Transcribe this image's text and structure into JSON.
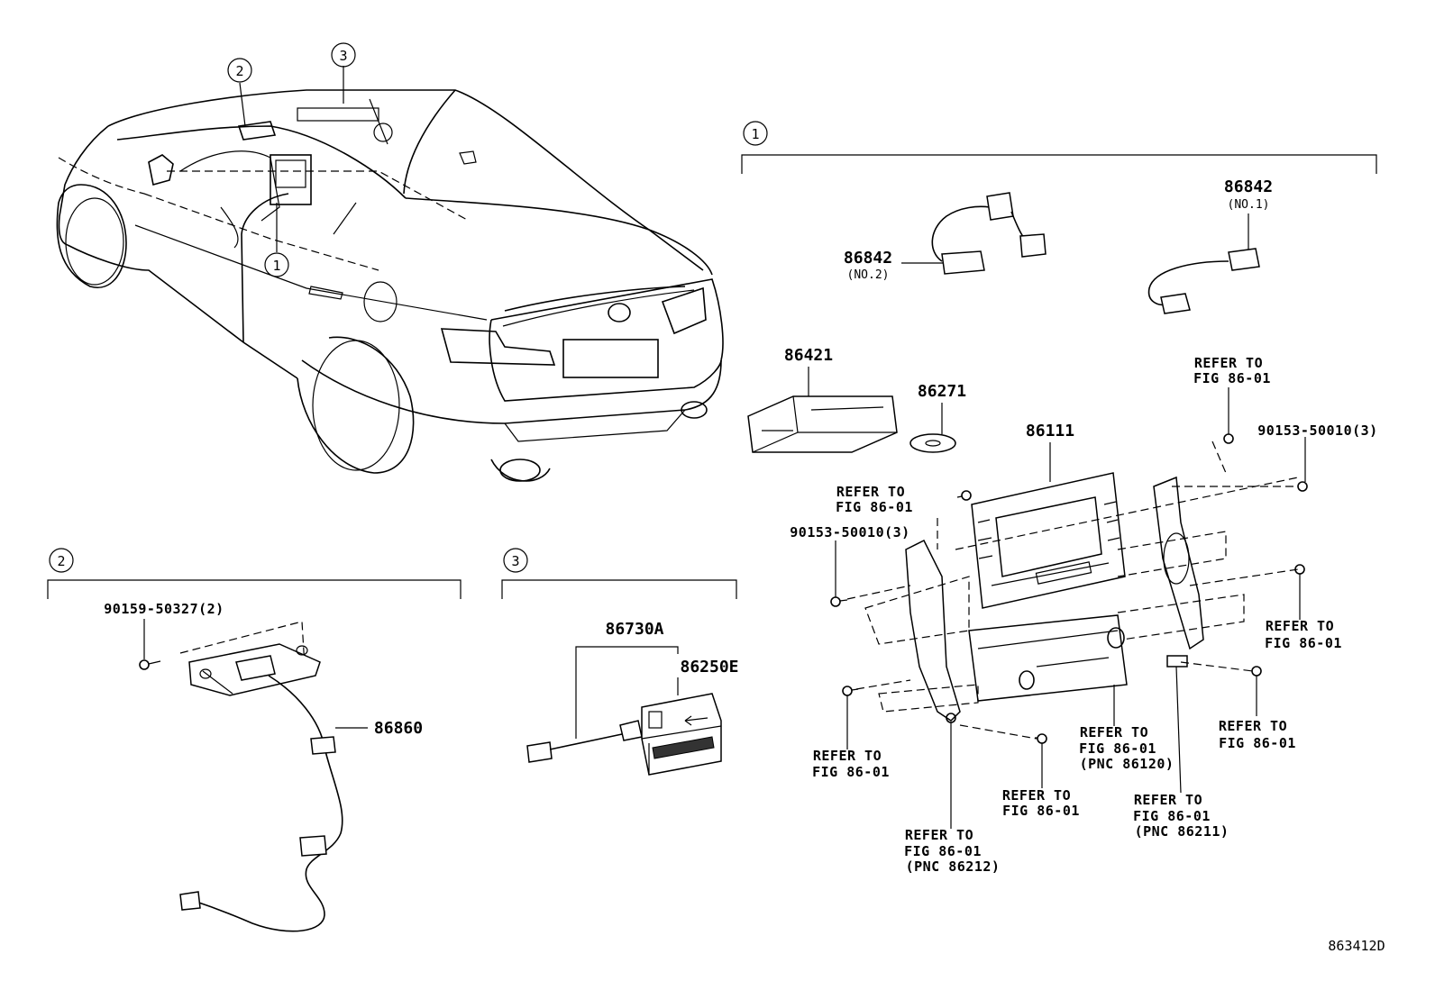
{
  "diagram_id": "863412D",
  "callouts": {
    "one": "1",
    "two": "2",
    "three": "3"
  },
  "section_1": {
    "p86842_no1": "86842",
    "p86842_no1_sub": "(NO.1)",
    "p86842_no2": "86842",
    "p86842_no2_sub": "(NO.2)",
    "p86421": "86421",
    "p86271": "86271",
    "p86111": "86111",
    "screw_a": "90153-50010(3)",
    "screw_b": "90153-50010(3)",
    "refer_to": "REFER TO",
    "fig": "FIG 86-01",
    "pnc_86120": "(PNC 86120)",
    "pnc_86211": "(PNC 86211)",
    "pnc_86212": "(PNC 86212)"
  },
  "section_2": {
    "screw": "90159-50327(2)",
    "p86860": "86860"
  },
  "section_3": {
    "p86730a": "86730A",
    "p86250e": "86250E"
  }
}
